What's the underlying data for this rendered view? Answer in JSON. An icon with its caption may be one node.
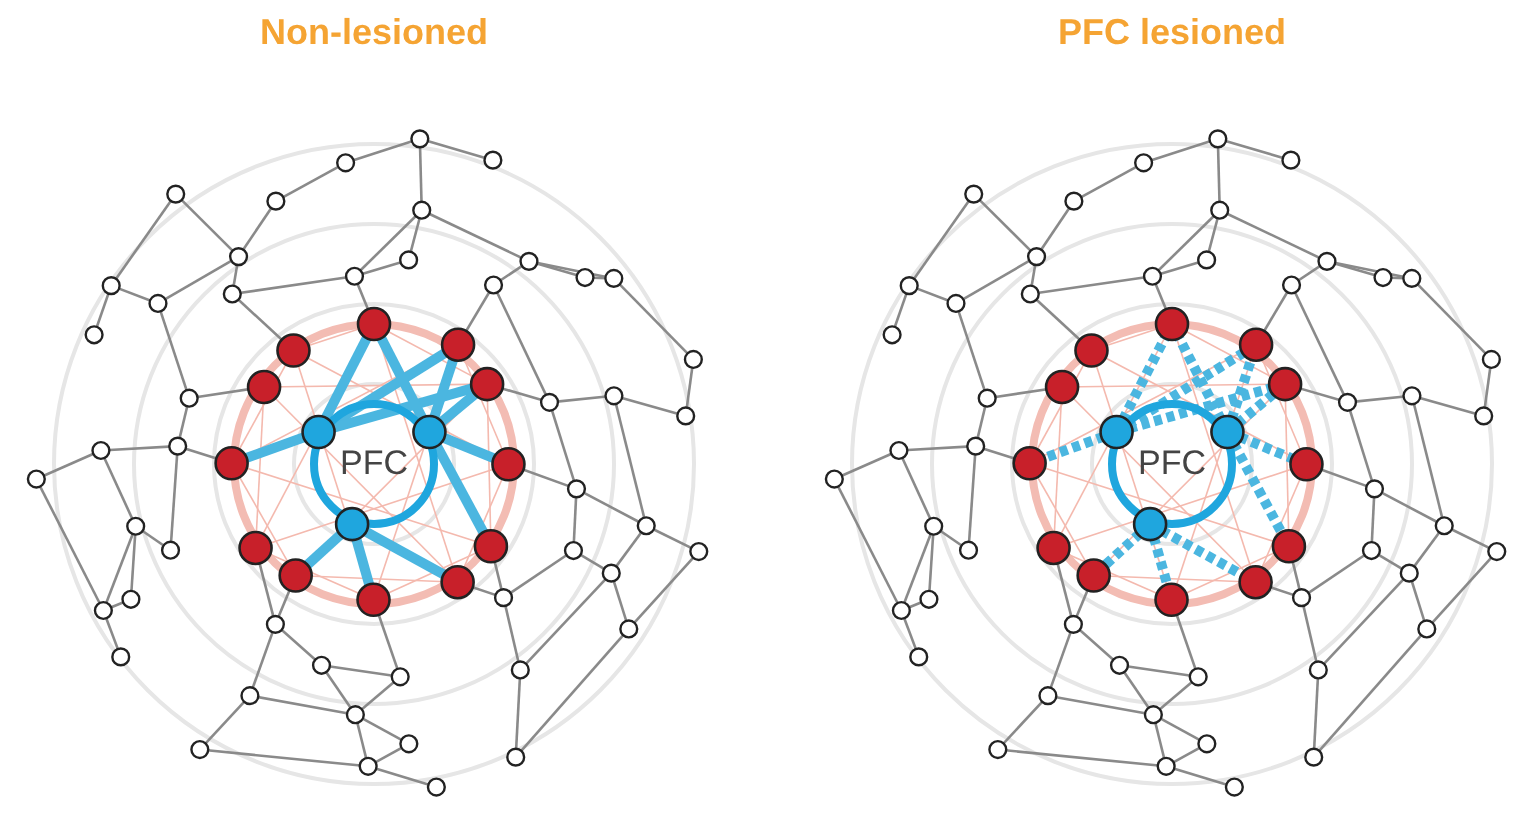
{
  "diagram": {
    "nodes": [
      {
        "text": [
          "PFC"
        ]
      },
      {
        "text": [
          "PFC"
        ]
      }
    ],
    "labels": [
      "Non-lesioned",
      "PFC lesioned"
    ]
  }
}
